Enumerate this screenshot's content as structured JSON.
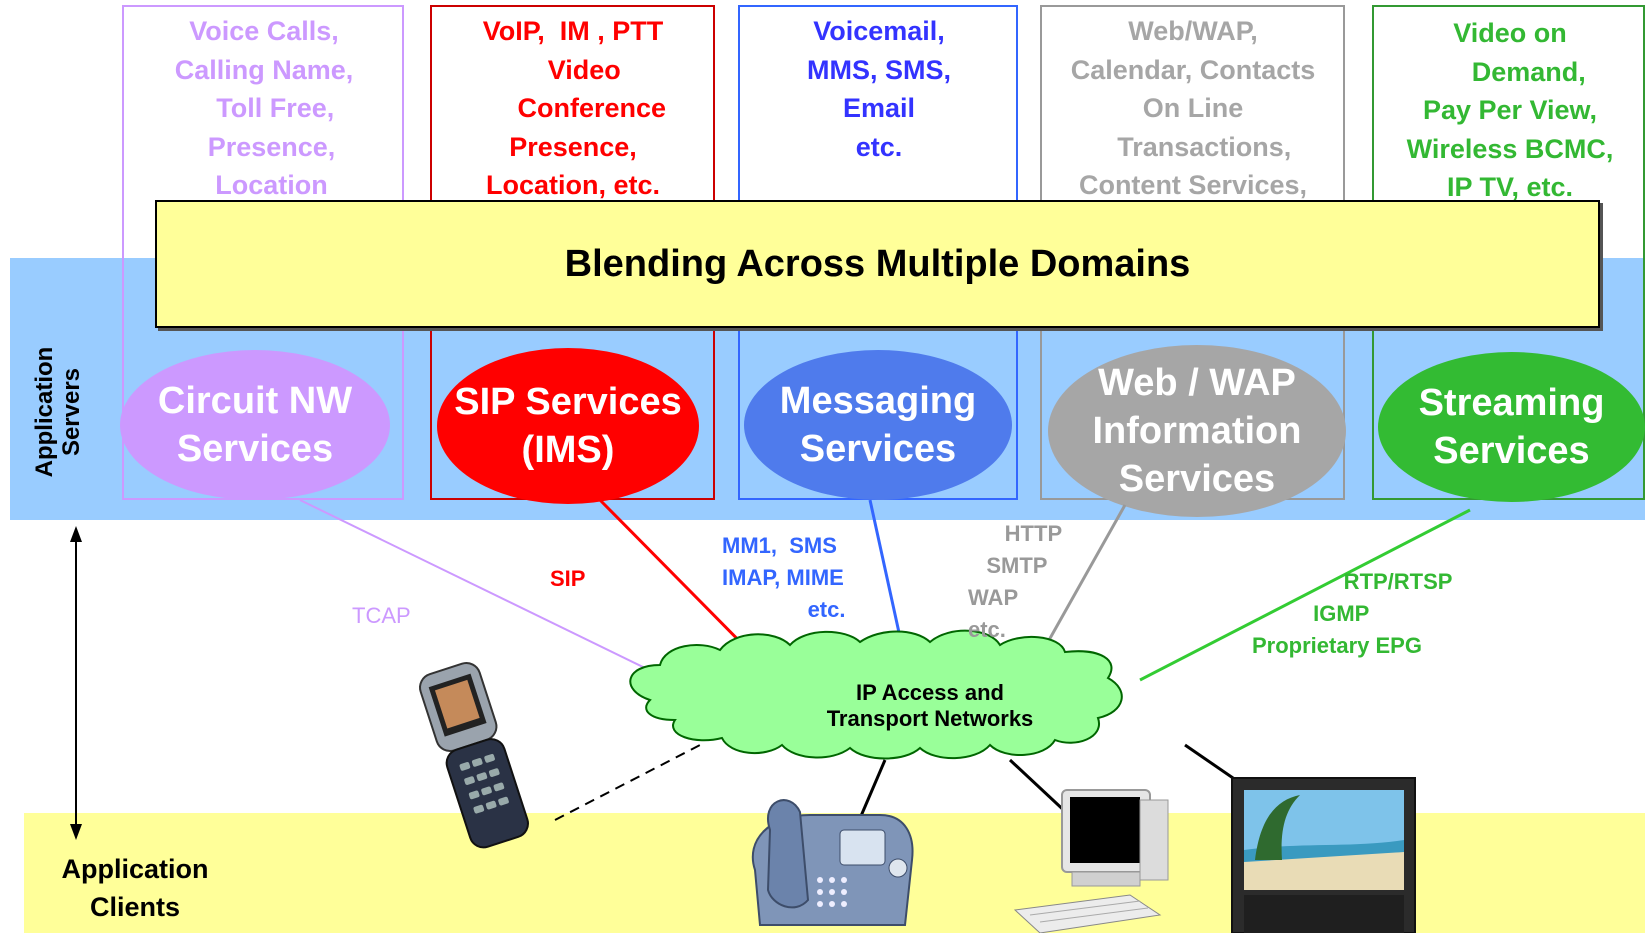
{
  "colors": {
    "servers_band": "#99ccff",
    "clients_band": "#ffff99",
    "circuit": "#cc99ff",
    "sip": "#ff0000",
    "messaging": "#3366ff",
    "web": "#999999",
    "streaming": "#33cc33"
  },
  "columns": [
    {
      "name": "circuit",
      "text": "Voice Calls,\nCalling Name,\n   Toll Free,\n  Presence,\n  Location",
      "oval": "Circuit NW\nServices"
    },
    {
      "name": "sip",
      "text": "VoIP,  IM , PTT\n   Video\n     Conference\nPresence,\nLocation, etc.",
      "oval": "SIP Services\n(IMS)"
    },
    {
      "name": "messaging",
      "text": "Voicemail,\nMMS, SMS,\nEmail\netc.",
      "oval": "Messaging\nServices"
    },
    {
      "name": "web",
      "text": "Web/WAP,\nCalendar, Contacts\nOn Line\n   Transactions,\nContent Services,",
      "oval": "Web / WAP\nInformation\nServices"
    },
    {
      "name": "streaming",
      "text": "Video on\n     Demand,\nPay Per View,\nWireless BCMC,\nIP TV, etc.",
      "oval": "Streaming\nServices"
    }
  ],
  "blend_label": "Blending Across Multiple Domains",
  "servers_label": "Application\nServers",
  "clients_label": "Application\nClients",
  "protocols": {
    "tcap": "TCAP",
    "sip": "SIP",
    "messaging": "MM1,  SMS\nIMAP, MIME\n              etc.",
    "web": "      HTTP\n   SMTP\nWAP\netc.",
    "streaming": "               RTP/RTSP\n          IGMP\nProprietary EPG"
  },
  "cloud_label": "IP Access and\nTransport Networks",
  "devices": [
    "flip-phone",
    "desk-phone",
    "desktop-computer",
    "flat-screen-tv"
  ]
}
